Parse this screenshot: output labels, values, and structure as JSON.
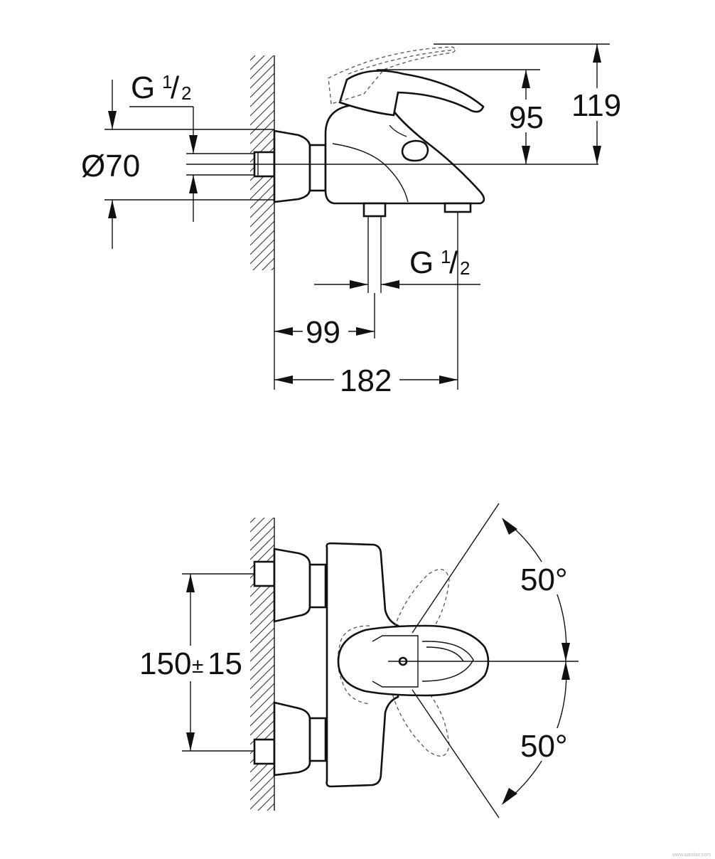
{
  "side_view": {
    "thread_top": {
      "base": "G",
      "num": "1",
      "den": "2"
    },
    "diameter": "Ø70",
    "height_95": "95",
    "height_119": "119",
    "thread_bottom": {
      "base": "G",
      "num": "1",
      "den": "2"
    },
    "depth_99": "99",
    "depth_182": "182"
  },
  "top_view": {
    "spacing_value": "150",
    "spacing_pm": "±",
    "spacing_tol": "15",
    "angle_upper": "50°",
    "angle_lower": "50°"
  },
  "watermark": "www.sanitair.com"
}
